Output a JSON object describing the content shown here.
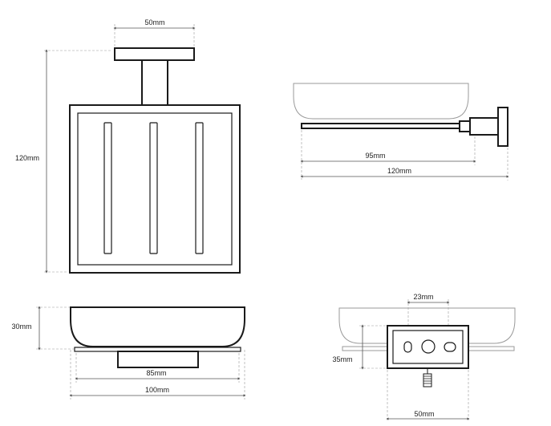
{
  "dimensions": {
    "front_top_width": "50mm",
    "front_height": "120mm",
    "side_depth_inner": "95mm",
    "side_depth_total": "120mm",
    "bottom_tray_height": "30mm",
    "bottom_base_width": "85mm",
    "bottom_total_width": "100mm",
    "mount_hole_spacing": "23mm",
    "mount_plate_height": "35mm",
    "mount_plate_width": "50mm"
  },
  "colors": {
    "ink": "#1a1a1a",
    "ghost": "#9a9a9a",
    "background": "#ffffff"
  }
}
